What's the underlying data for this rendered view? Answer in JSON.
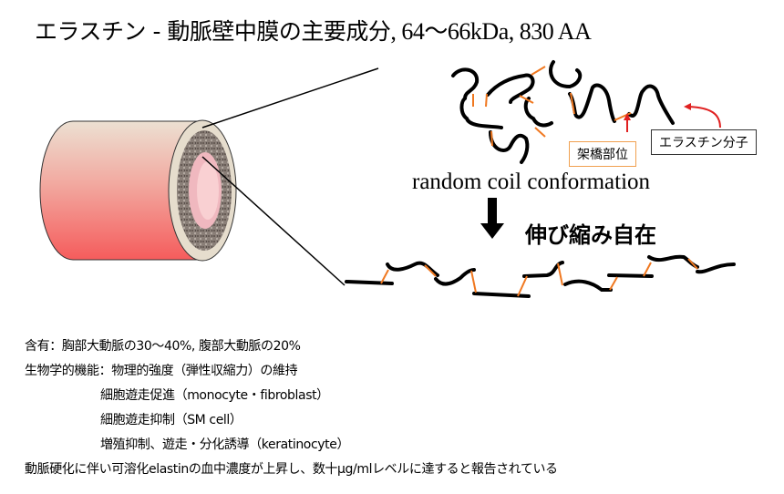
{
  "title": {
    "main": "エラスチン - 動脈壁中膜の主要成分",
    "specs": ", 64〜66kDa, 830 AA"
  },
  "diagram": {
    "coil_label": "random coil conformation",
    "stretch_label": "伸び縮み自在",
    "crosslink_label": "架橋部位",
    "molecule_label": "エラスチン分子",
    "colors": {
      "chain": "#000000",
      "crosslink": "#f07820",
      "arrow_red": "#e02020",
      "artery": "#f06060"
    }
  },
  "info": [
    "含有：胸部大動脈の30〜40%, 腹部大動脈の20%",
    "生物学的機能：物理的強度（弾性収縮力）の維持",
    "細胞遊走促進（monocyte・fibroblast）",
    "細胞遊走抑制（SM cell）",
    "増殖抑制、遊走・分化誘導（keratinocyte）",
    "動脈硬化に伴い可溶化elastinの血中濃度が上昇し、数十μg/mlレベルに達すると報告されている"
  ]
}
